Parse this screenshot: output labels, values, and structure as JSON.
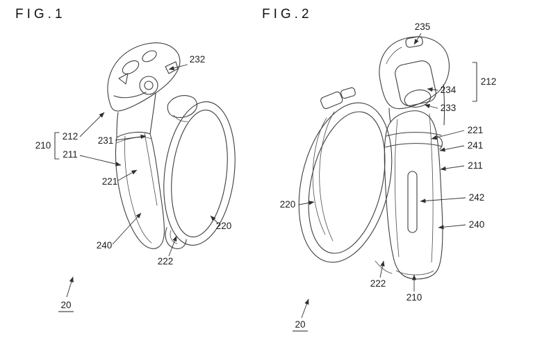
{
  "style": {
    "background_color": "#ffffff",
    "ink_color": "#3d3d3d",
    "text_color": "#1c1c1c"
  },
  "figures": [
    {
      "id": "fig1",
      "title": "FIG.1",
      "labels": [
        {
          "ref": "232"
        },
        {
          "ref": "210"
        },
        {
          "ref": "212"
        },
        {
          "ref": "211"
        },
        {
          "ref": "231"
        },
        {
          "ref": "221"
        },
        {
          "ref": "240"
        },
        {
          "ref": "222"
        },
        {
          "ref": "220"
        },
        {
          "ref": "20"
        }
      ]
    },
    {
      "id": "fig2",
      "title": "FIG.2",
      "labels": [
        {
          "ref": "235"
        },
        {
          "ref": "212"
        },
        {
          "ref": "234"
        },
        {
          "ref": "233"
        },
        {
          "ref": "221"
        },
        {
          "ref": "241"
        },
        {
          "ref": "211"
        },
        {
          "ref": "242"
        },
        {
          "ref": "240"
        },
        {
          "ref": "220"
        },
        {
          "ref": "222"
        },
        {
          "ref": "210"
        },
        {
          "ref": "20"
        }
      ]
    }
  ]
}
